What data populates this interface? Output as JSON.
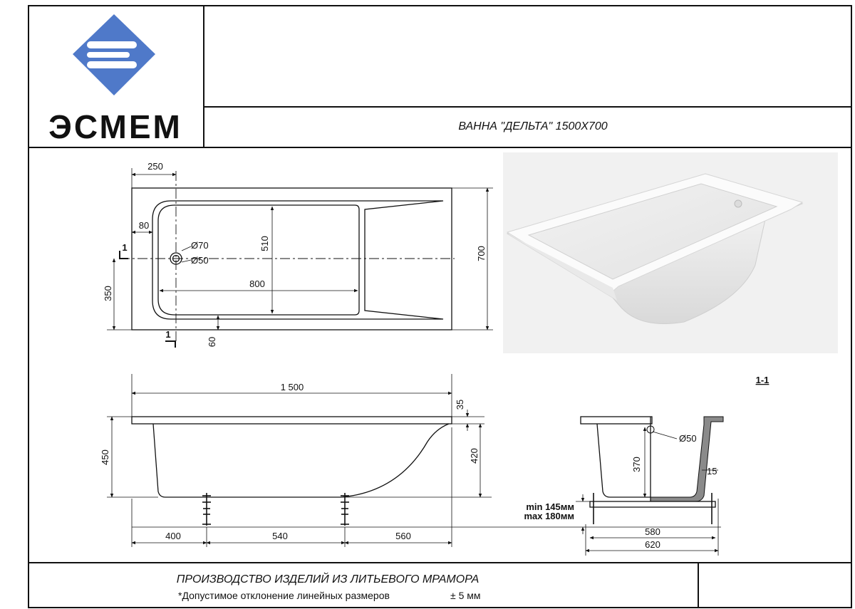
{
  "brand": {
    "logo_text": "ЭСМЕМ",
    "logo_color": "#4f79c9"
  },
  "title_block": {
    "product_title": "ВАННА \"ДЕЛЬТА\" 1500Х700",
    "footer_title": "ПРОИЗВОДСТВО ИЗДЕЛИЙ ИЗ ЛИТЬЕВОГО МРАМОРА",
    "footer_note": "*Допустимое отклонение линейных размеров",
    "footer_tolerance": "± 5 мм"
  },
  "top_view": {
    "dim_250": "250",
    "dim_80": "80",
    "dim_510": "510",
    "dim_800": "800",
    "dim_700": "700",
    "dim_350": "350",
    "dim_60": "60",
    "drain_outer": "Ø70",
    "drain_inner": "Ø50",
    "section_mark": "1"
  },
  "side_view": {
    "dim_1500": "1 500",
    "dim_35": "35",
    "dim_450": "450",
    "dim_420": "420",
    "dim_400": "400",
    "dim_540": "540",
    "dim_560": "560"
  },
  "section_view": {
    "label": "1-1",
    "dim_d50": "Ø50",
    "dim_370": "370",
    "dim_15": "15",
    "leg_min": "min 145мм",
    "leg_max": "max 180мм",
    "dim_580": "580",
    "dim_620": "620"
  },
  "photo": {
    "bathtub_color": "#f4f4f4",
    "background_color": "#f1f1f1"
  }
}
